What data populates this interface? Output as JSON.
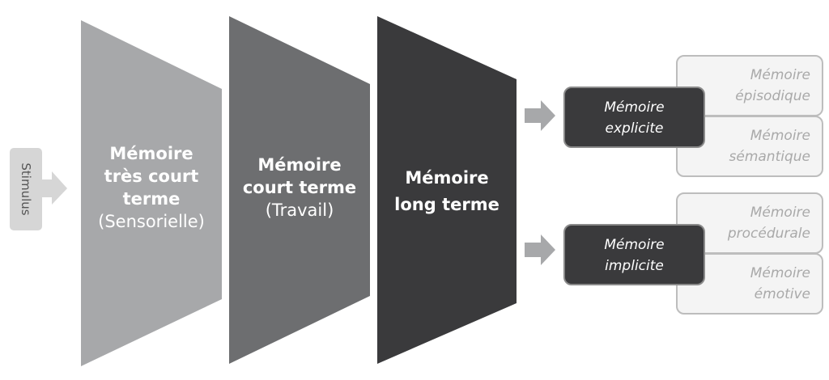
{
  "stimulus": "Stimulus",
  "stages": [
    {
      "title": "Mémoire très court terme",
      "title_lines": [
        "Mémoire",
        "très court",
        "terme"
      ],
      "subtitle": "(Sensorielle)",
      "color": "#a7a8aa"
    },
    {
      "title_lines": [
        "Mémoire",
        "court terme"
      ],
      "subtitle": "(Travail)",
      "color": "#6d6e70"
    },
    {
      "title_lines": [
        "Mémoire",
        "long terme"
      ],
      "color": "#3a3a3c"
    }
  ],
  "branches": [
    {
      "lines": [
        "Mémoire",
        "explicite"
      ],
      "children": [
        {
          "lines": [
            "Mémoire",
            "épisodique"
          ]
        },
        {
          "lines": [
            "Mémoire",
            "sémantique"
          ]
        }
      ]
    },
    {
      "lines": [
        "Mémoire",
        "implicite"
      ],
      "children": [
        {
          "lines": [
            "Mémoire",
            "procédurale"
          ]
        },
        {
          "lines": [
            "Mémoire",
            "émotive"
          ]
        }
      ]
    }
  ]
}
